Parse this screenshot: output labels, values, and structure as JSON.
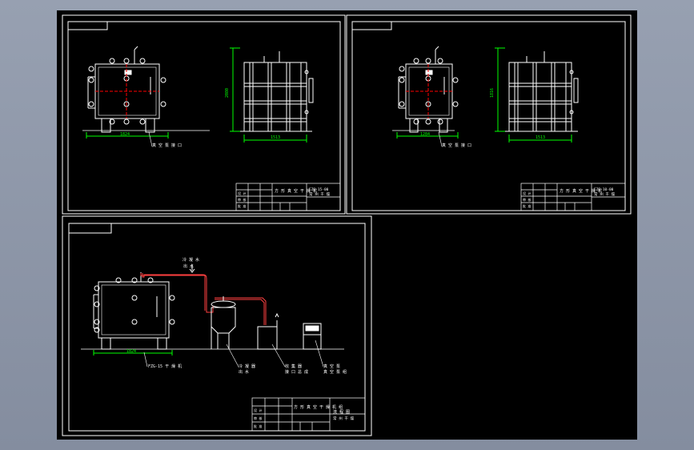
{
  "colors": {
    "background": "#000000",
    "frame": "#ffffff",
    "dimension": "#00ff00",
    "center_line": "#ff0000",
    "pipe": "#ff4040",
    "outer_bg": "#8d96a8"
  },
  "sheet1": {
    "front_width_dim": "1824",
    "side_height_dim": "2080",
    "side_width_dim": "1513",
    "leader_note": "真 空 泵 接 口",
    "title_block": {
      "title": "方 形 真 空 干 燥 机",
      "code": "FZG-15-00",
      "company": "常 州 干 燥",
      "rows": [
        "设 计",
        "审 核",
        "批 准"
      ]
    }
  },
  "sheet2": {
    "front_width_dim": "1284",
    "side_height_dim": "1816",
    "side_width_dim": "1513",
    "leader_note": "真 空 泵 接 口",
    "title_block": {
      "title": "方 形 真 空 干 燥 机",
      "code": "FZG-10-00",
      "company": "常 州 干 燥",
      "rows": [
        "设 计",
        "审 核",
        "批 准"
      ]
    }
  },
  "sheet3": {
    "pipe_label": "冷 凝 水",
    "outlet_label": "出 水",
    "front_width_dim": "1824",
    "labels": [
      "FZG-15 干 燥 机",
      "冷 凝 器",
      "收 集 器",
      "真 空 泵"
    ],
    "sublabels": [
      "",
      "出 水",
      "接 口 总 成",
      "真 空 泵 组"
    ],
    "title_block": {
      "title": "方 形 真 空 干 燥 机 组",
      "code": "流 程 图",
      "company": "常 州 干 燥",
      "rows": [
        "设 计",
        "审 核",
        "批 准"
      ]
    }
  }
}
